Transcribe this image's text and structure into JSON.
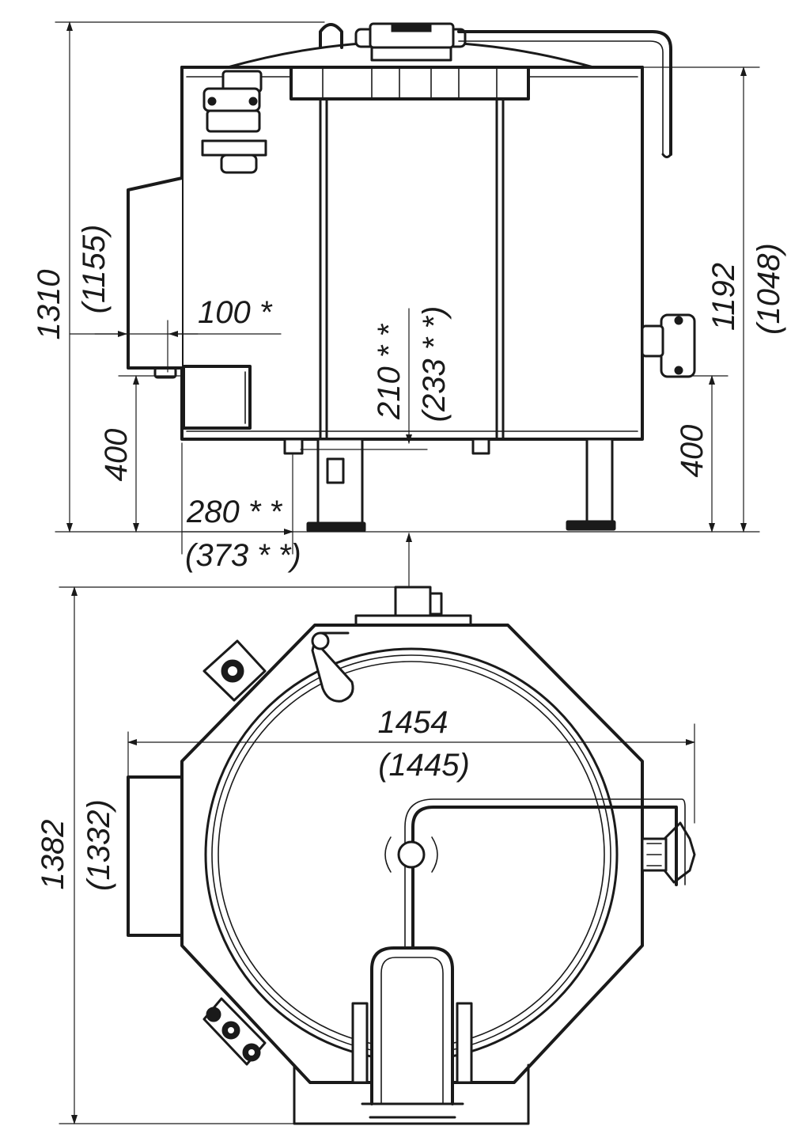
{
  "drawing": {
    "side_view": {
      "dimensions": {
        "overall_height": "1310",
        "overall_height_alt": "(1155)",
        "body_height": "1192",
        "body_height_alt": "(1048)",
        "leg_height_left": "400",
        "leg_height_right": "400",
        "offset_top": "100 *",
        "drain_height": "210 * *",
        "drain_height_alt": "(233 * *)",
        "drain_offset": "280 * *",
        "drain_offset_alt": "(373 * *)"
      }
    },
    "top_view": {
      "dimensions": {
        "width": "1454",
        "width_alt": "(1445)",
        "depth": "1382",
        "depth_alt": "(1332)"
      }
    }
  }
}
